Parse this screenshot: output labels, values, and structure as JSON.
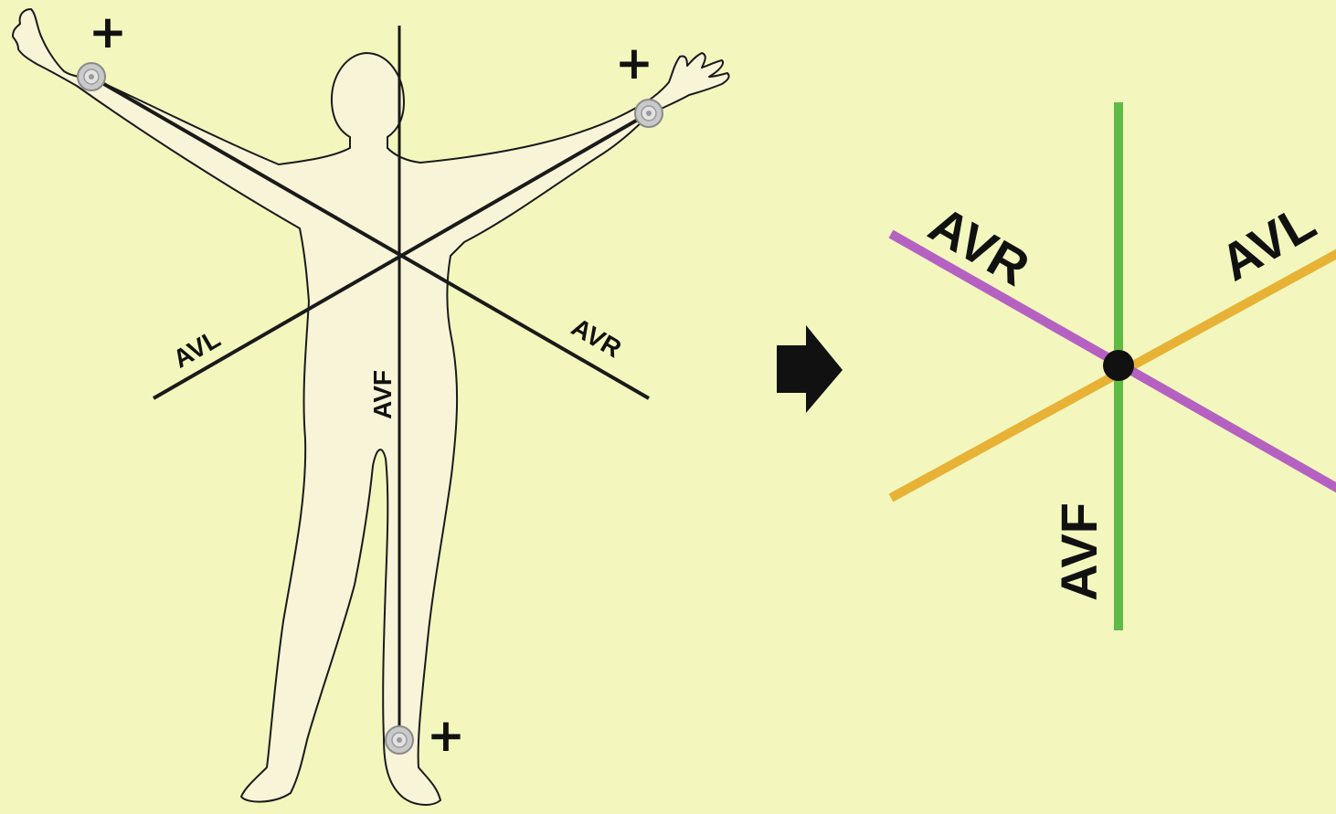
{
  "colors": {
    "background": "#f3f7bd",
    "body_fill": "#f7f4d8",
    "avr_line": "#b561c2",
    "avl_line": "#e7b235",
    "avf_line": "#5dbb46",
    "ink": "#111111"
  },
  "body_diagram": {
    "labels": {
      "avl": "AVL",
      "avr": "AVR",
      "avf": "AVF"
    },
    "polarity": {
      "right_arm": "+",
      "left_arm": "+",
      "left_leg": "+"
    }
  },
  "axis_diagram": {
    "labels": {
      "avr": "AVR",
      "avl": "AVL",
      "avf": "AVF"
    }
  },
  "icons": {
    "transition": "right-arrow-icon",
    "electrode": "electrode-icon"
  }
}
